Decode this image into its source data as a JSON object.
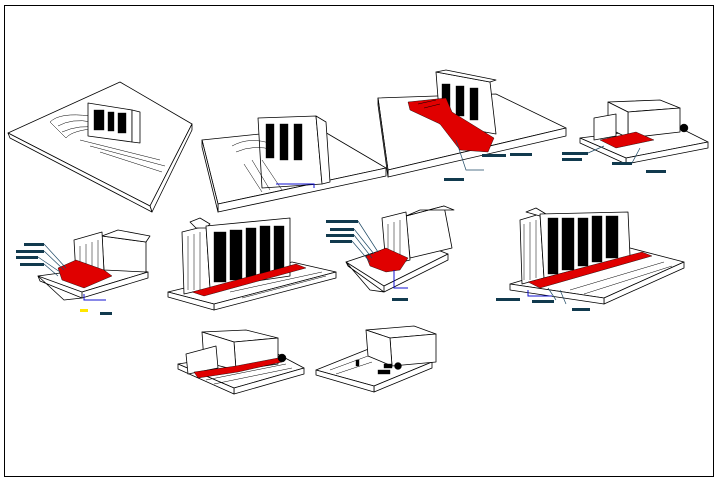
{
  "sheet": {
    "views": [
      {
        "id": "view-1",
        "kind": "site-plaza-front"
      },
      {
        "id": "view-2",
        "kind": "site-plaza-ramp"
      },
      {
        "id": "view-3",
        "kind": "site-plaza-red-walkway"
      },
      {
        "id": "view-4",
        "kind": "block-building-red-court"
      },
      {
        "id": "view-5",
        "kind": "gate-walls-red-path"
      },
      {
        "id": "view-6",
        "kind": "facade-red-strip"
      },
      {
        "id": "view-7",
        "kind": "gate-walls-red-curve"
      },
      {
        "id": "view-8",
        "kind": "facade-red-strip-long"
      },
      {
        "id": "view-9",
        "kind": "block-building-red-path"
      },
      {
        "id": "view-10",
        "kind": "block-building-plaza"
      }
    ],
    "colors": {
      "paving_highlight": "#e00000",
      "annotation_tag": "#113a4e",
      "dimension_line": "#1010d0",
      "marker": "#ffe600"
    }
  }
}
